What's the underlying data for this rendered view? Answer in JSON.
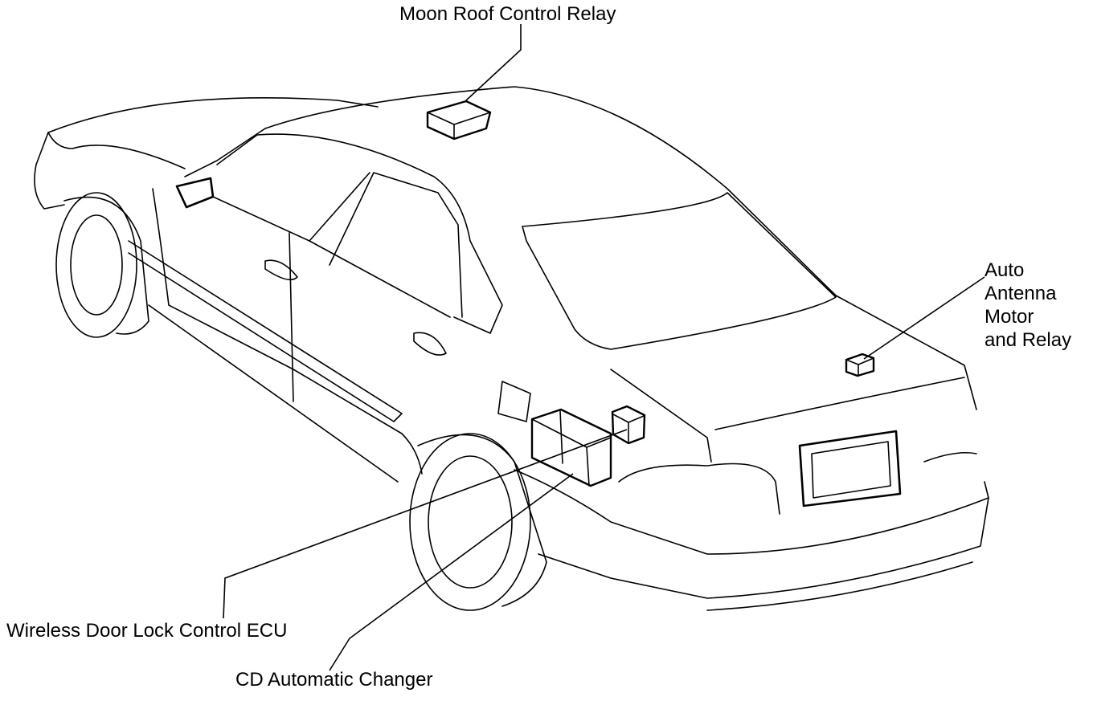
{
  "components": {
    "moon_roof_relay": "Moon Roof Control Relay",
    "auto_antenna_lines": [
      "Auto",
      "Antenna",
      "Motor",
      "and Relay"
    ],
    "wireless_ecu": "Wireless Door Lock Control ECU",
    "cd_changer": "CD Automatic Changer"
  },
  "colors": {
    "line": "#000000",
    "background": "#ffffff"
  }
}
